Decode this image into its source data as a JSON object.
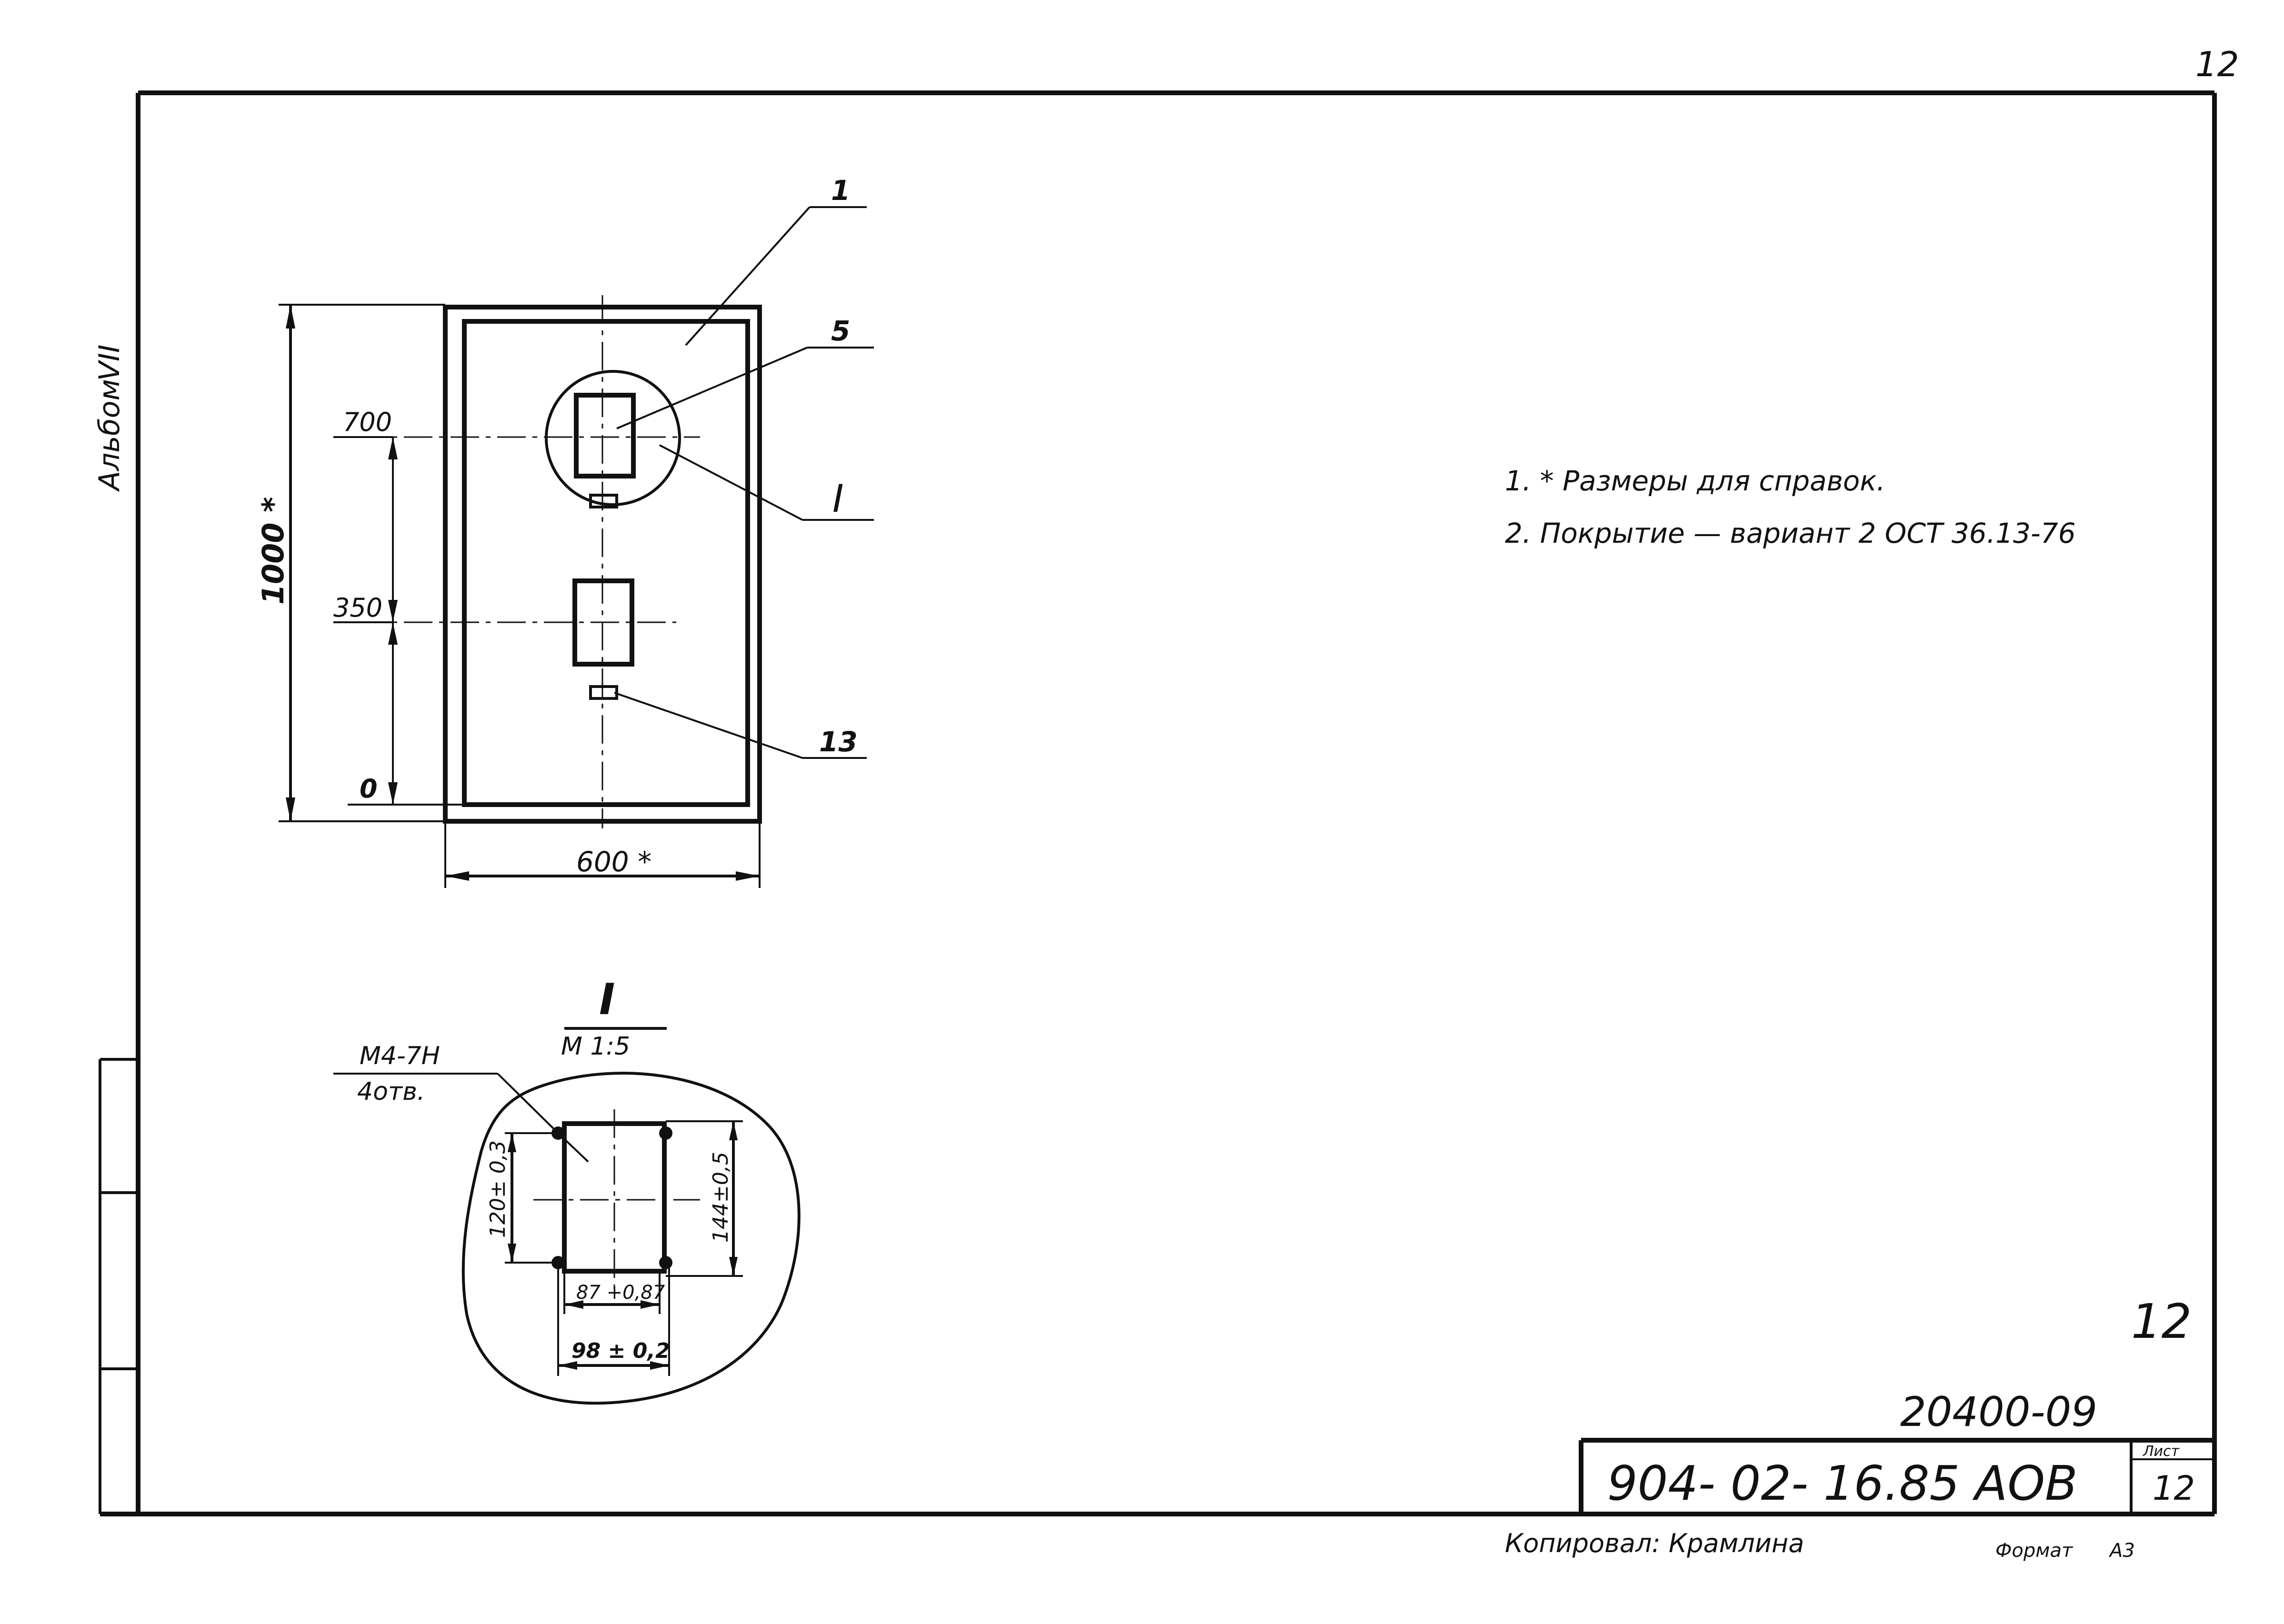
{
  "sheet": {
    "page_number": "12",
    "album_label": "Альбом",
    "album_number": "VII",
    "format_label": "Формат",
    "format_value": "А3",
    "copied_by": "Копировал: Крамлина",
    "archive_number": "20400-09",
    "sheet_number_handwritten": "12"
  },
  "title_block": {
    "document_code": "904- 02- 16.85  АОВ",
    "sheet_label": "Лист",
    "sheet_value": "12"
  },
  "notes": [
    "1. * Размеры для справок.",
    "2. Покрытие — вариант 2 ОСТ 36.13-76"
  ],
  "main_view": {
    "height_dim": "1000 *",
    "width_dim": "600 *",
    "level_700": "700",
    "level_350": "350",
    "level_0": "0",
    "callout_1": "1",
    "callout_5": "5",
    "callout_13": "13",
    "detail_marker": "I"
  },
  "detail_view": {
    "title": "I",
    "scale": "М 1:5",
    "hole_spec_1": "М4-7Н",
    "hole_spec_2": "4отв.",
    "dim_height_inner": "120± 0,3",
    "dim_height_outer": "144±0,5",
    "dim_width_inner": "87 +0,87",
    "dim_width_outer": "98 ± 0,2"
  }
}
